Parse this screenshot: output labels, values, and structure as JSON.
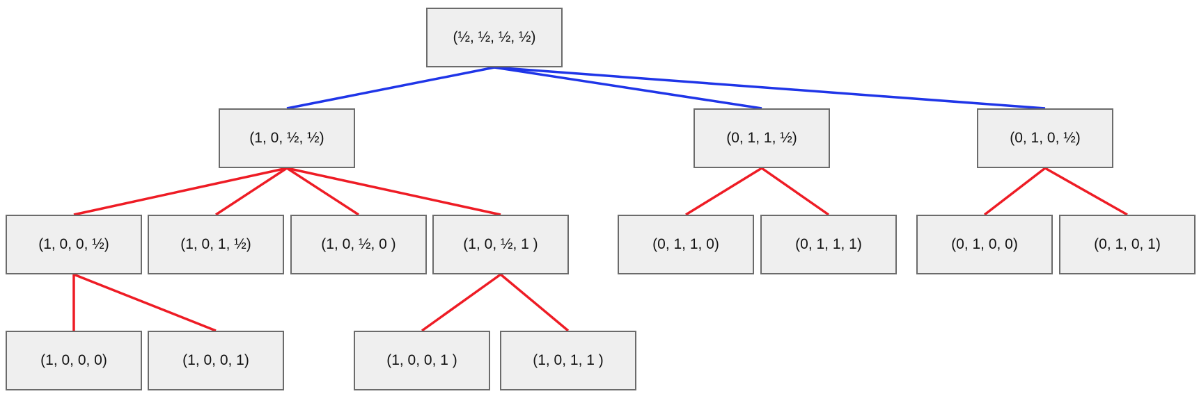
{
  "nodes": {
    "root": "(½, ½, ½, ½)",
    "n10": "(1, 0, ½, ½)",
    "n011": "(0, 1, 1, ½)",
    "n010": "(0, 1, 0, ½)",
    "n100": "(1, 0, 0, ½)",
    "n101": "(1, 0, 1, ½)",
    "n10h0": "(1, 0, ½, 0 )",
    "n10h1": "(1, 0, ½, 1 )",
    "n0110": "(0, 1, 1, 0)",
    "n0111": "(0, 1, 1, 1)",
    "n0100": "(0, 1, 0, 0)",
    "n0101": "(0, 1, 0, 1)",
    "n1000": "(1, 0, 0, 0)",
    "n1001": "(1, 0, 0, 1)",
    "n1001b": "(1, 0, 0, 1 )",
    "n1011": "(1, 0, 1, 1 )"
  },
  "edges": [
    {
      "from": "root",
      "to": "n10",
      "color": "#1f35e8"
    },
    {
      "from": "root",
      "to": "n011",
      "color": "#1f35e8"
    },
    {
      "from": "root",
      "to": "n010",
      "color": "#1f35e8"
    },
    {
      "from": "n10",
      "to": "n100",
      "color": "#ee1c25"
    },
    {
      "from": "n10",
      "to": "n101",
      "color": "#ee1c25"
    },
    {
      "from": "n10",
      "to": "n10h0",
      "color": "#ee1c25"
    },
    {
      "from": "n10",
      "to": "n10h1",
      "color": "#ee1c25"
    },
    {
      "from": "n011",
      "to": "n0110",
      "color": "#ee1c25"
    },
    {
      "from": "n011",
      "to": "n0111",
      "color": "#ee1c25"
    },
    {
      "from": "n010",
      "to": "n0100",
      "color": "#ee1c25"
    },
    {
      "from": "n010",
      "to": "n0101",
      "color": "#ee1c25"
    },
    {
      "from": "n100",
      "to": "n1000",
      "color": "#ee1c25"
    },
    {
      "from": "n100",
      "to": "n1001",
      "color": "#ee1c25"
    },
    {
      "from": "n10h1",
      "to": "n1001b",
      "color": "#ee1c25"
    },
    {
      "from": "n10h1",
      "to": "n1011",
      "color": "#ee1c25"
    }
  ]
}
